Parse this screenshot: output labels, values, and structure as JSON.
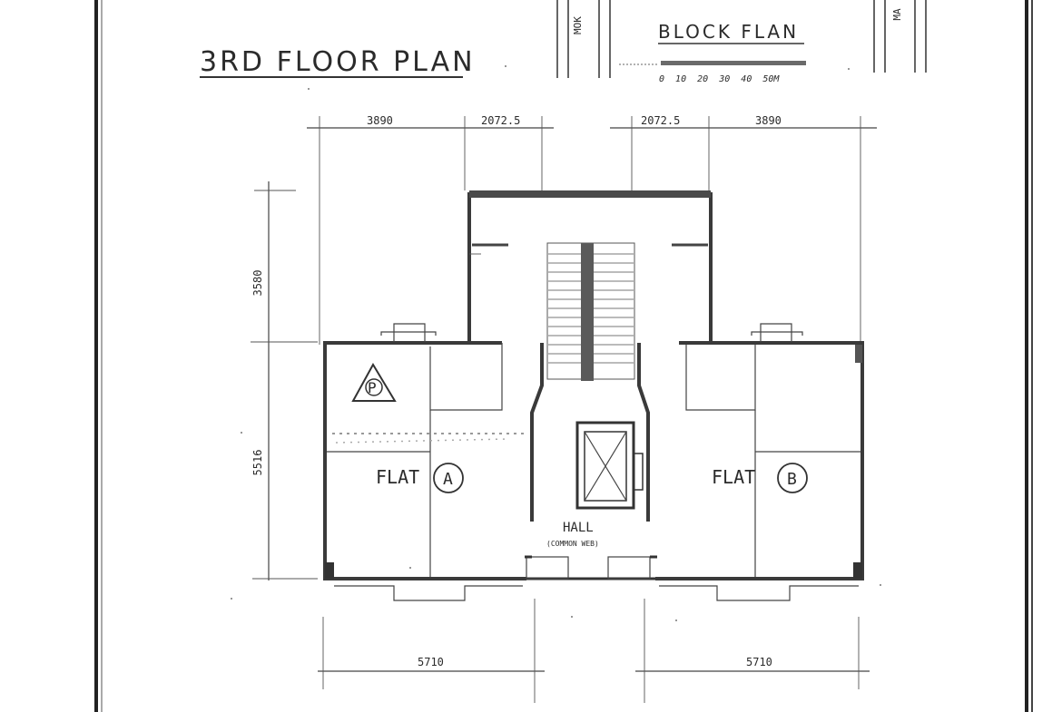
{
  "title": "3RD FLOOR PLAN",
  "block_plan": {
    "title": "BLOCK FLAN",
    "scale_label": "0  10  20  30  40  50M",
    "side_left": "MOK",
    "side_right": "MA"
  },
  "dimensions": {
    "top_left_1": "3890",
    "top_left_2": "2072.5",
    "top_right_1": "2072.5",
    "top_right_2": "3890",
    "left_upper": "3580",
    "left_lower": "5516",
    "bottom_left": "5710",
    "bottom_right": "5710"
  },
  "rooms": {
    "flat_a": "FLAT",
    "flat_a_letter": "A",
    "flat_b": "FLAT",
    "flat_b_letter": "B",
    "hall": "HALL",
    "hall_sub": "(COMMON WEB)",
    "marker": "P"
  }
}
